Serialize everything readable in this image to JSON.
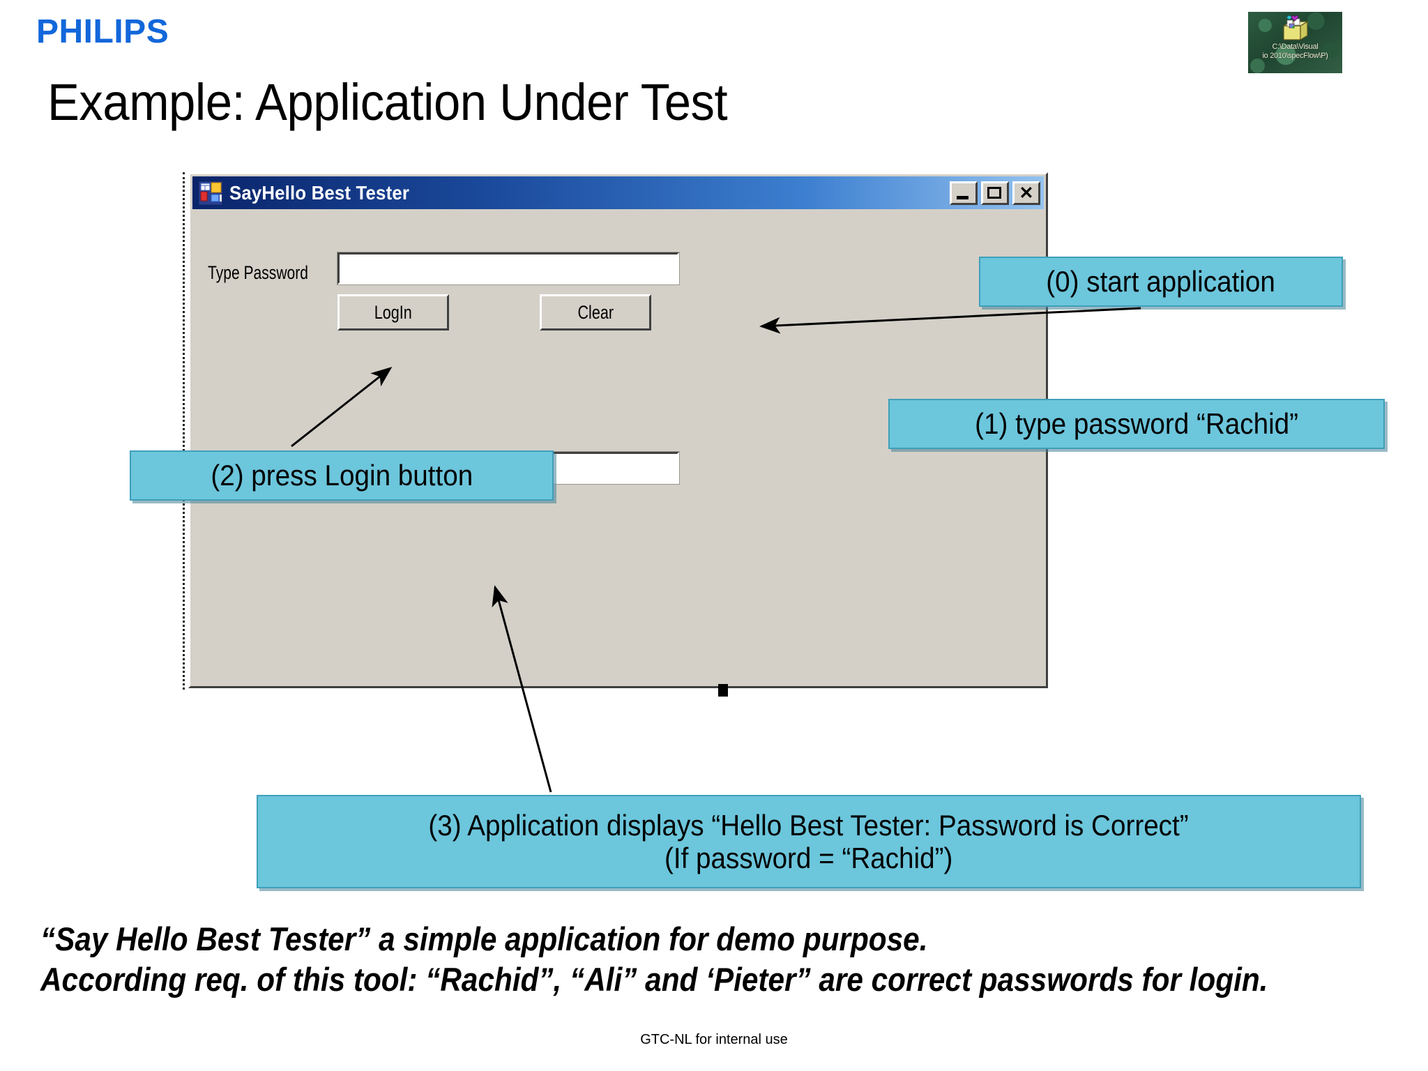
{
  "brand": {
    "logo_text": "PHILIPS",
    "logo_color": "#1267da"
  },
  "desktop_thumbnail": {
    "icon_name": "folder-with-items-icon",
    "label": "C:\\Data\\Visual\nio 2010\\specFlow\\P)"
  },
  "slide": {
    "title": "Example: Application Under Test",
    "footer": "GTC-NL for internal use"
  },
  "app_window": {
    "title": "SayHello Best Tester",
    "icon_name": "app-window-icon",
    "controls": {
      "minimize": "_",
      "maximize": "□",
      "close": "✕"
    },
    "password_label": "Type Password",
    "password_value": "",
    "password_placeholder": "",
    "login_button": "LogIn",
    "clear_button": "Clear",
    "output_value": "",
    "output_placeholder": ""
  },
  "callouts": [
    {
      "id": "0",
      "text": "(0) start application"
    },
    {
      "id": "1",
      "text": "(1) type password “Rachid”"
    },
    {
      "id": "2",
      "text": "(2) press Login button"
    },
    {
      "id": "3",
      "line1": "(3) Application displays “Hello Best Tester: Password is Correct”",
      "line2": "(If password = “Rachid”)"
    }
  ],
  "notes": {
    "line1": "“Say Hello Best Tester” a simple application for demo purpose.",
    "line2": "According req. of this tool: “Rachid”, “Ali” and ‘Pieter” are correct passwords for login."
  },
  "colors": {
    "callout_fill": "#6cc6dc",
    "callout_border": "#3f9fba",
    "window_face": "#d4d0c8",
    "titlebar_start": "#0a246a",
    "titlebar_end": "#93c2ef"
  }
}
